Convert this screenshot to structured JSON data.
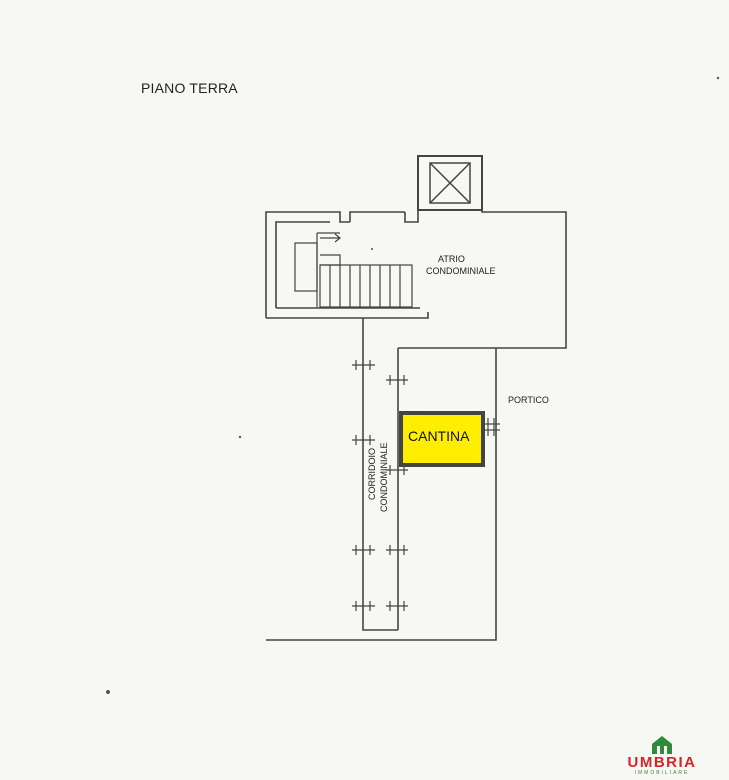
{
  "title": "PIANO TERRA",
  "rooms": {
    "atrio_line1": "ATRIO",
    "atrio_line2": "CONDOMINIALE",
    "portico": "PORTICO",
    "cantina": "CANTINA",
    "corridoio_line1": "CORRIDOIO",
    "corridoio_line2": "CONDOMINIALE"
  },
  "logo": {
    "name": "UMBRIA",
    "subtitle": "IMMOBILIARE",
    "icon": "house-icon"
  },
  "colors": {
    "highlight": "#ffee00",
    "logo_red": "#d8232a",
    "logo_green": "#2f8a3a",
    "wall": "#444444"
  }
}
